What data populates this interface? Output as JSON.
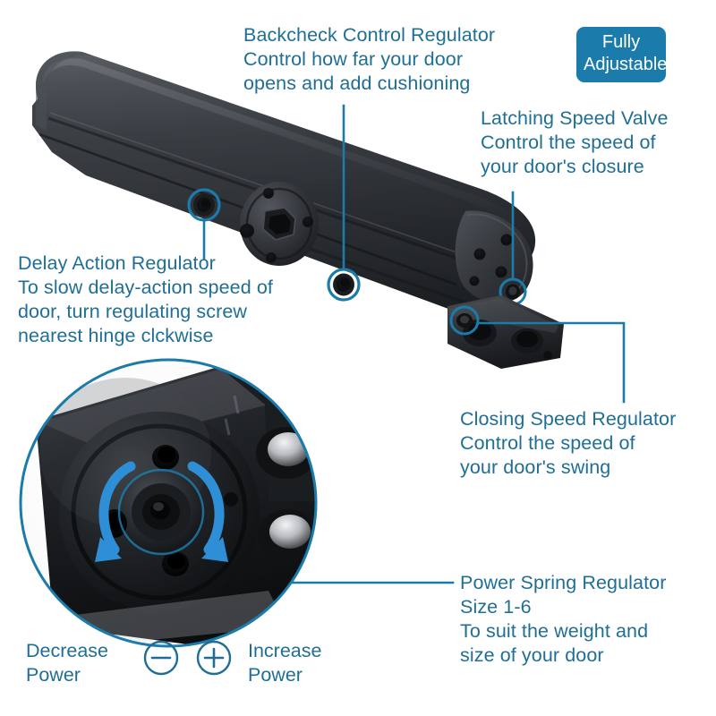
{
  "badge": {
    "line1": "Fully",
    "line2": "Adjustable",
    "color": "#1b7bab",
    "text_color": "#ffffff"
  },
  "theme": {
    "accent": "#1f6e96",
    "leader_line": "#1b7bab",
    "arrow_blue": "#2f8fd6",
    "product_black": "#2a2d31"
  },
  "callouts": [
    {
      "id": "backcheck",
      "title": "Backcheck Control Regulator",
      "desc_line1": "Control how far your door",
      "desc_line2": "opens and add cushioning",
      "desc_line3": ""
    },
    {
      "id": "latching-speed",
      "title": "Latching Speed Valve",
      "desc_line1": "Control the speed of",
      "desc_line2": "your door's closure",
      "desc_line3": ""
    },
    {
      "id": "delay-action",
      "title": "Delay Action Regulator",
      "desc_line1": "To slow delay-action speed of",
      "desc_line2": "door, turn regulating screw",
      "desc_line3": "nearest hinge clckwise"
    },
    {
      "id": "closing-speed",
      "title": "Closing Speed Regulator",
      "desc_line1": "Control the speed of",
      "desc_line2": "your door's swing",
      "desc_line3": ""
    },
    {
      "id": "power-spring",
      "title": "Power Spring Regulator",
      "desc_line1": "Size 1-6",
      "desc_line2": "To suit the weight and",
      "desc_line3": "size of your door"
    }
  ],
  "power_controls": {
    "decrease_line1": "Decrease",
    "decrease_line2": "Power",
    "increase_line1": "Increase",
    "increase_line2": "Power",
    "minus_glyph": "minus-circle-icon",
    "plus_glyph": "plus-circle-icon"
  },
  "product": {
    "name": "hydraulic-door-closer",
    "detail_view": "magnified-power-spring-regulator"
  }
}
